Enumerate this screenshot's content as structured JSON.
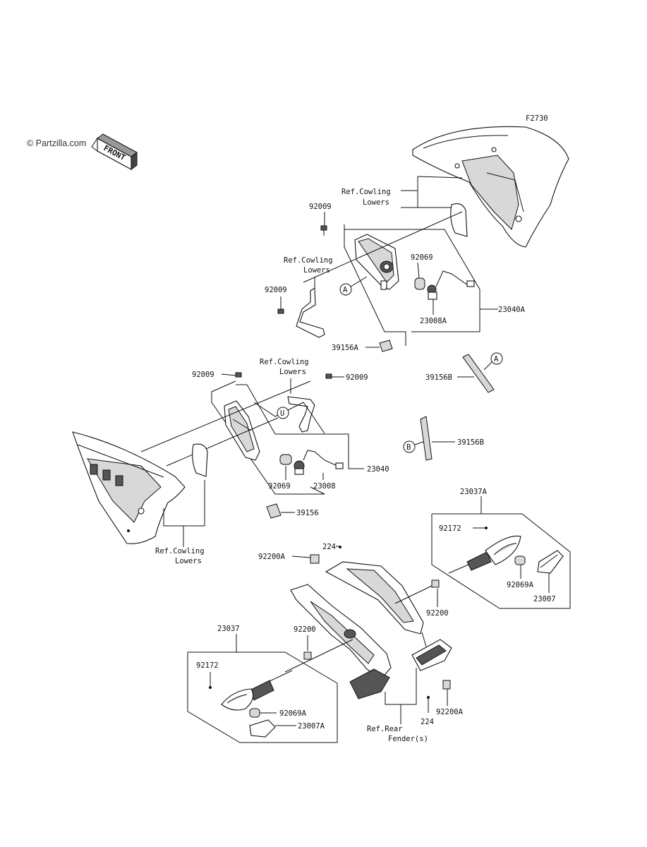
{
  "figure_code": "F2730",
  "watermark": "© Partzilla.com",
  "front_label": "FRONT",
  "labels": {
    "ref_cowling_lowers_1": [
      "Ref.Cowling",
      "Lowers"
    ],
    "ref_cowling_lowers_2": [
      "Ref.Cowling",
      "Lowers"
    ],
    "ref_cowling_lowers_3": [
      "Ref.Cowling",
      "Lowers"
    ],
    "ref_cowling_lowers_4": [
      "Ref.Cowling",
      "Lowers"
    ],
    "ref_rear_fenders": [
      "Ref.Rear",
      "Fender(s)"
    ]
  },
  "parts": {
    "p92009_a": "92009",
    "p92009_b": "92009",
    "p92009_c": "92009",
    "p92009_d": "92009",
    "p92069_a": "92069",
    "p92069_b": "92069",
    "p23008a": "23008A",
    "p23008": "23008",
    "p23040a": "23040A",
    "p23040": "23040",
    "p39156a": "39156A",
    "p39156b_1": "39156B",
    "p39156b_2": "39156B",
    "p39156": "39156",
    "p23037a": "23037A",
    "p23037": "23037",
    "p92172_a": "92172",
    "p92172_b": "92172",
    "p224_a": "224",
    "p224_b": "224",
    "p92200a_a": "92200A",
    "p92200a_b": "92200A",
    "p92200_a": "92200",
    "p92200_b": "92200",
    "p92069a_a": "92069A",
    "p92069a_b": "92069A",
    "p23007": "23007",
    "p23007a": "23007A"
  },
  "callouts": {
    "a1": "A",
    "a2": "A",
    "b1": "B",
    "u1": "U"
  }
}
